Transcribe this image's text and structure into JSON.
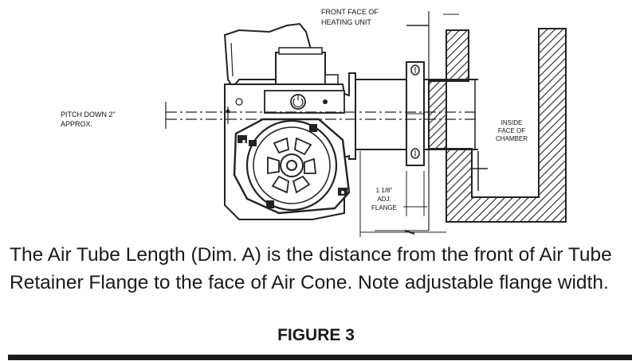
{
  "labels": {
    "front_face_line1": "FRONT FACE OF",
    "front_face_line2": "HEATING UNIT",
    "pitch_line1": "PITCH DOWN 2\"",
    "pitch_line2": "APPROX.",
    "inside_line1": "INSIDE",
    "inside_line2": "FACE OF",
    "inside_line3": "CHAMBER",
    "flange_line1": "1 1/8\"",
    "flange_line2": "ADJ.",
    "flange_line3": "FLANGE"
  },
  "caption": "The Air Tube Length (Dim. A) is the distance from the front of Air Tube Retainer Flange to the face of Air Cone.  Note adjustable flange width.",
  "figure_title": "FIGURE 3",
  "colors": {
    "ink": "#1a1a1a",
    "background": "#ffffff"
  }
}
